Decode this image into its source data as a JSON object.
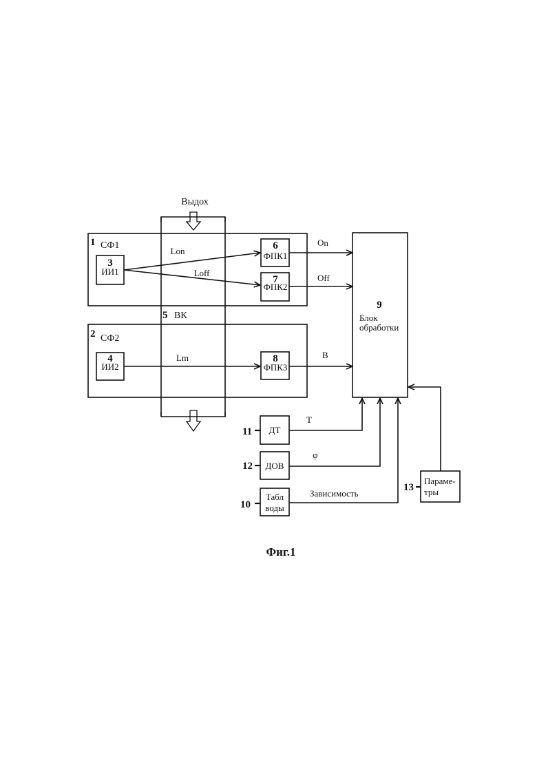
{
  "title_exhale": "Выдох",
  "caption": "Фиг.1",
  "sf1": {
    "num": "1",
    "label": "СФ1"
  },
  "sf2": {
    "num": "2",
    "label": "СФ2"
  },
  "ii1": {
    "num": "3",
    "label": "ИИ1"
  },
  "ii2": {
    "num": "4",
    "label": "ИИ2"
  },
  "vk": {
    "num": "5",
    "label": "ВК"
  },
  "fpk1": {
    "num": "6",
    "label": "ФПК1"
  },
  "fpk2": {
    "num": "7",
    "label": "ФПК2"
  },
  "fpk3": {
    "num": "8",
    "label": "ФПК3"
  },
  "processing": {
    "num": "9",
    "line1": "Блок",
    "line2": "обработки"
  },
  "water_table": {
    "num": "10",
    "line1": "Табл",
    "line2": "воды"
  },
  "temp_sensor": {
    "num": "11",
    "label": "ДТ"
  },
  "humidity_sensor": {
    "num": "12",
    "label": "ДОВ"
  },
  "params": {
    "num": "13",
    "line1": "Параме-",
    "line2": "тры"
  },
  "paths": {
    "lon": "Lon",
    "loff": "Loff",
    "lm": "Lm"
  },
  "signals": {
    "on": "On",
    "off": "Off",
    "b": "B",
    "t": "T",
    "phi": "φ",
    "dependency": "Зависимость"
  }
}
